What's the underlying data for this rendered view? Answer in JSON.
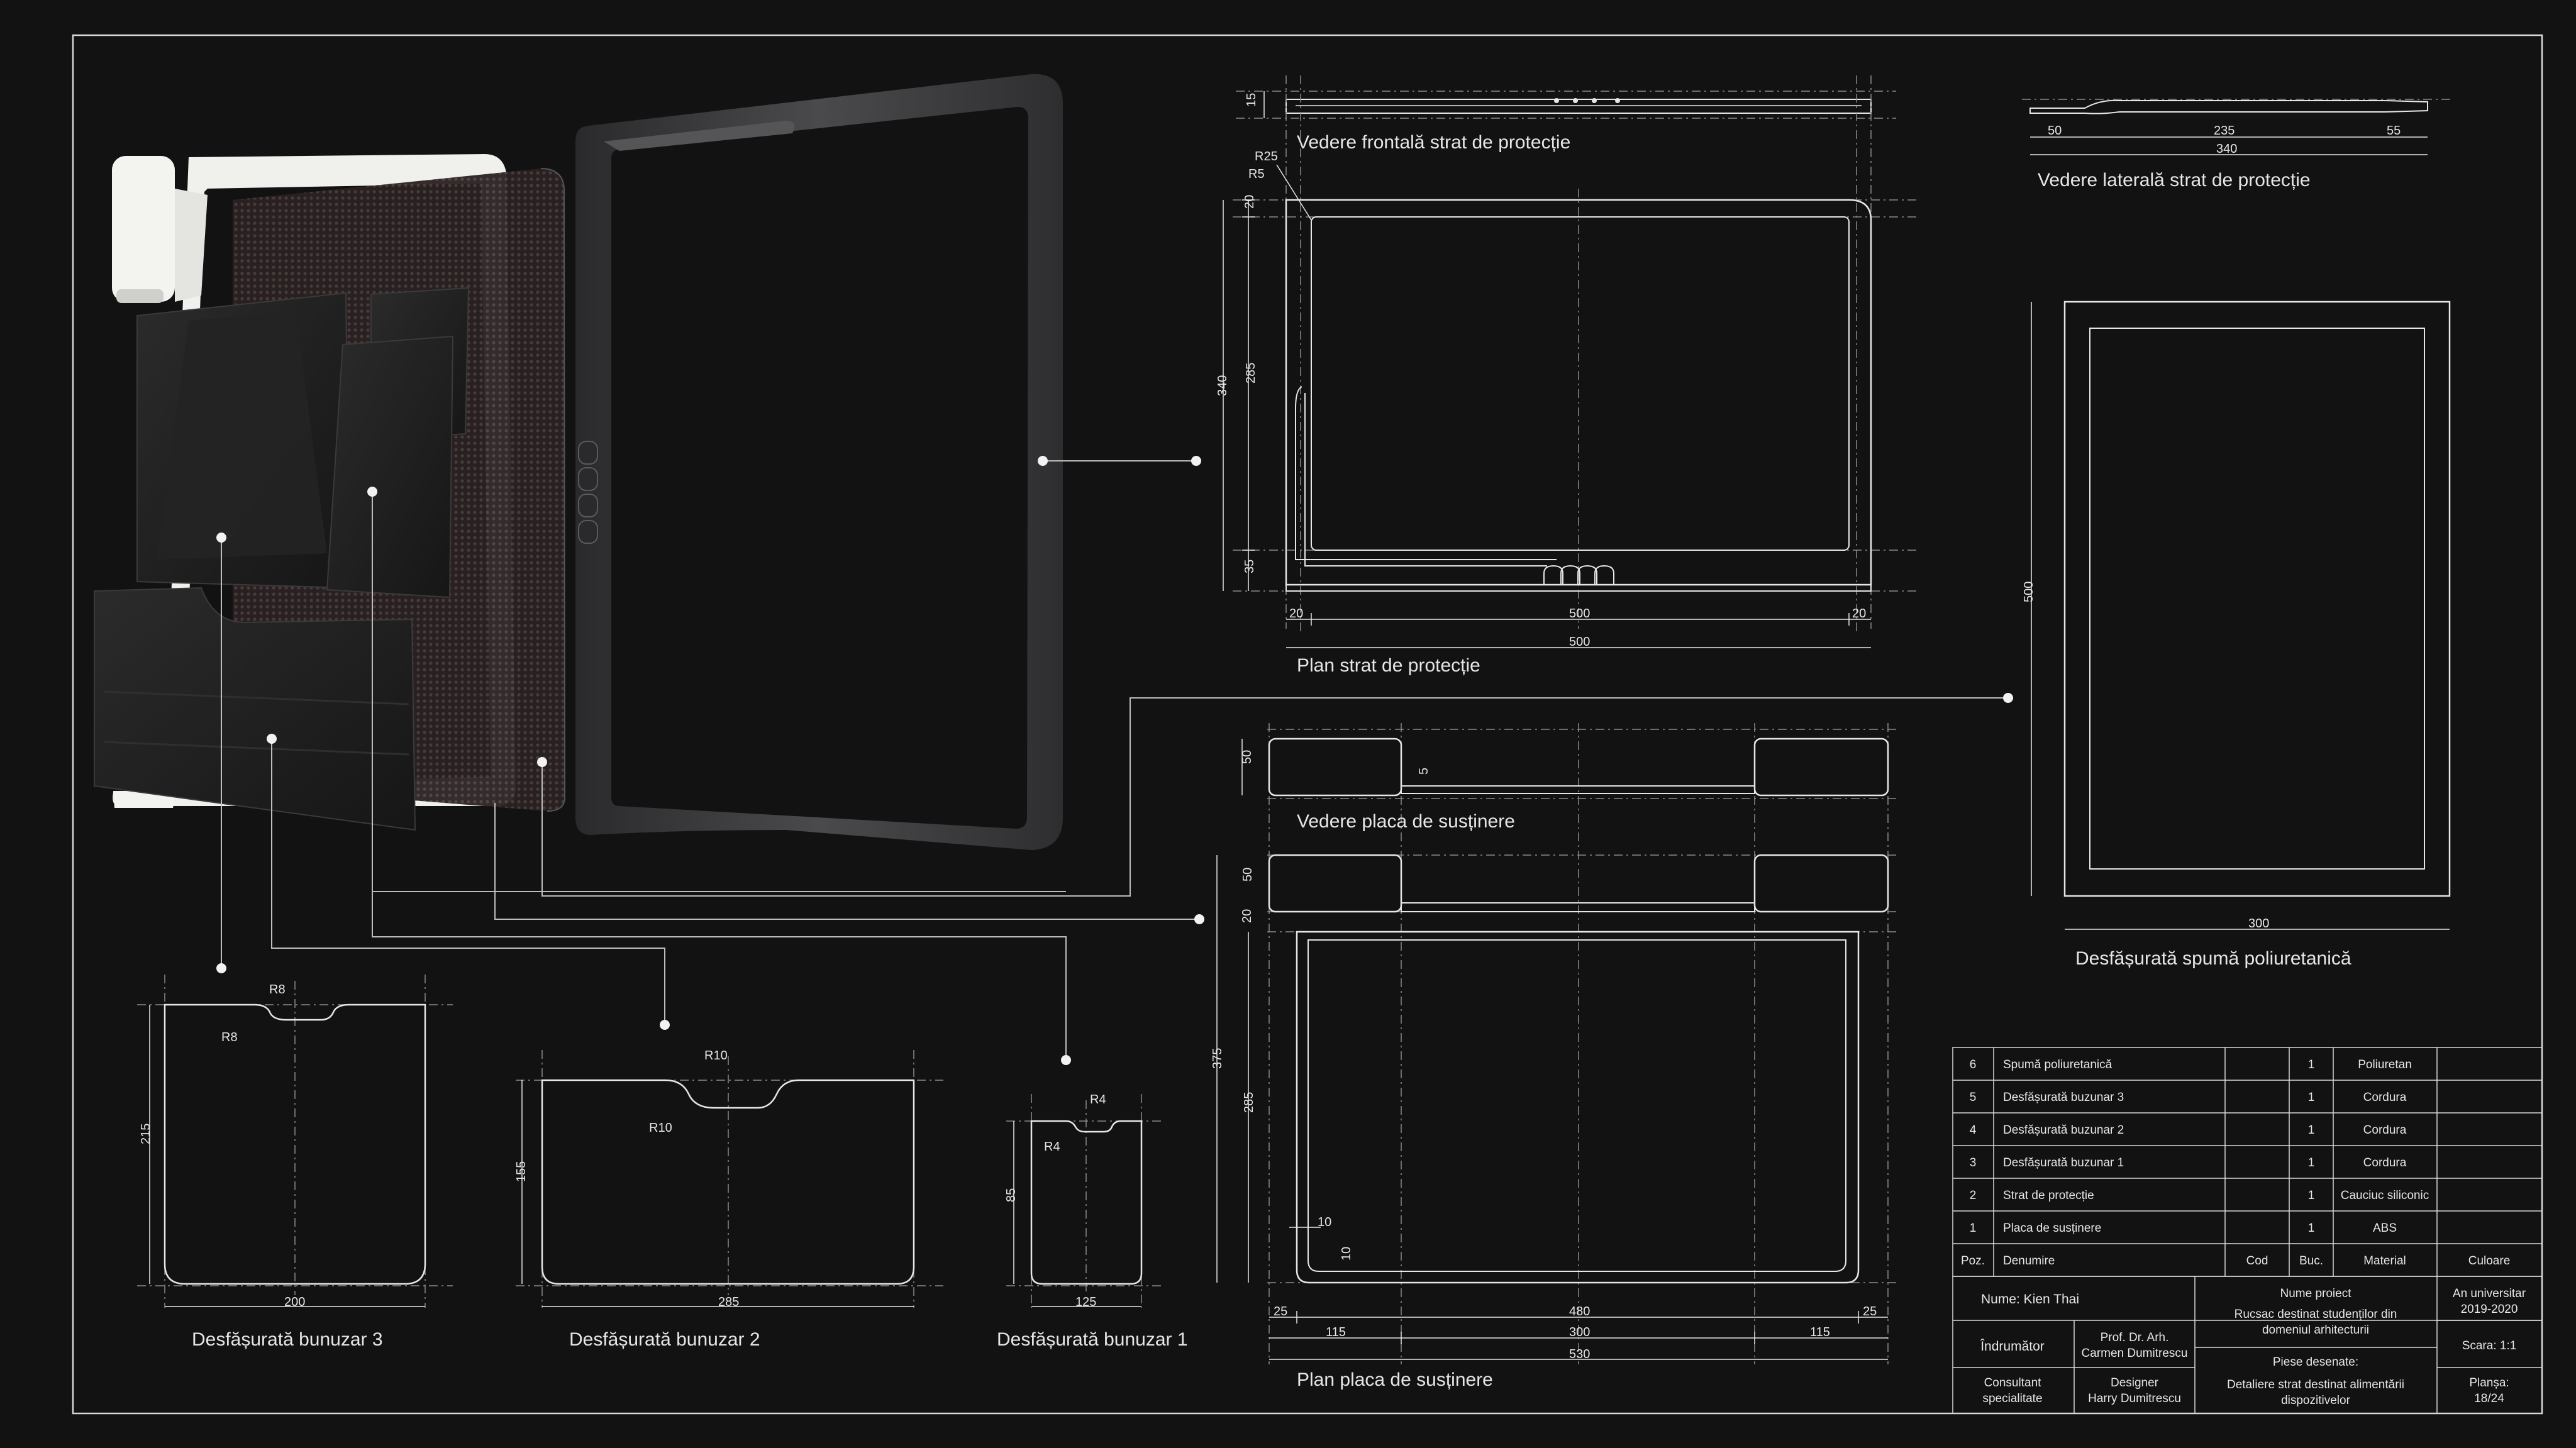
{
  "labels": {
    "front_view": "Vedere frontală strat de protecție",
    "side_view": "Vedere laterală strat de protecție",
    "plan_protection": "Plan strat de protecție",
    "foam": "Desfășurată spumă poliuretanică",
    "support_view": "Vedere placa de susținere",
    "support_plan": "Plan placa de susținere",
    "pocket3": "Desfășurată bunuzar 3",
    "pocket2": "Desfășurată bunuzar 2",
    "pocket1": "Desfășurată bunuzar 1"
  },
  "dims": {
    "front_h": "15",
    "r25": "R25",
    "r5": "R5",
    "p_20a": "20",
    "p_340": "340",
    "p_285": "285",
    "p_35": "35",
    "p_b20l": "20",
    "p_b500": "500",
    "p_b20r": "20",
    "p_b500b": "500",
    "s_50": "50",
    "s_235": "235",
    "s_55": "55",
    "s_340": "340",
    "f_500": "500",
    "f_300": "300",
    "v_50": "50",
    "v_5": "5",
    "pl_50": "50",
    "pl_20": "20",
    "pl_375": "375",
    "pl_285": "285",
    "pl_10a": "10",
    "pl_10b": "10",
    "pl_25l": "25",
    "pl_480": "480",
    "pl_25r": "25",
    "pl_115l": "115",
    "pl_300": "300",
    "pl_115r": "115",
    "pl_530": "530",
    "b3_r8a": "R8",
    "b3_r8b": "R8",
    "b3_215": "215",
    "b3_200": "200",
    "b2_r10a": "R10",
    "b2_r10b": "R10",
    "b2_155": "155",
    "b2_285": "285",
    "b1_r4a": "R4",
    "b1_r4b": "R4",
    "b1_85": "85",
    "b1_125": "125"
  },
  "parts_table": {
    "rows": [
      {
        "poz": "6",
        "name": "Spumă poliuretanică",
        "cod": "",
        "buc": "1",
        "material": "Poliuretan",
        "color": ""
      },
      {
        "poz": "5",
        "name": "Desfășurată buzunar 3",
        "cod": "",
        "buc": "1",
        "material": "Cordura",
        "color": ""
      },
      {
        "poz": "4",
        "name": "Desfășurată buzunar 2",
        "cod": "",
        "buc": "1",
        "material": "Cordura",
        "color": ""
      },
      {
        "poz": "3",
        "name": "Desfășurată buzunar 1",
        "cod": "",
        "buc": "1",
        "material": "Cordura",
        "color": ""
      },
      {
        "poz": "2",
        "name": "Strat de protecție",
        "cod": "",
        "buc": "1",
        "material": "Cauciuc siliconic",
        "color": ""
      },
      {
        "poz": "1",
        "name": "Placa de susținere",
        "cod": "",
        "buc": "1",
        "material": "ABS",
        "color": ""
      }
    ],
    "headers": {
      "poz": "Poz.",
      "name": "Denumire",
      "cod": "Cod",
      "buc": "Buc.",
      "material": "Material",
      "color": "Culoare"
    }
  },
  "title_block": {
    "name": "Nume: Kien Thai",
    "project_label": "Nume proiect",
    "project_line1": "Rucsac destinat studenților din",
    "project_line2": "domeniul arhitecturii",
    "year_label": "An universitar",
    "year": "2019-2020",
    "tutor_label": "Îndrumător",
    "tutor_line1": "Prof. Dr. Arh.",
    "tutor_line2": "Carmen Dumitrescu",
    "scale": "Scara: 1:1",
    "drawn_label": "Piese desenate:",
    "drawn_line1": "Detaliere strat destinat alimentării",
    "drawn_line2": "dispozitivelor",
    "consult_line1": "Consultant",
    "consult_line2": "specialitate",
    "designer_line1": "Designer",
    "designer_line2": "Harry Dumitrescu",
    "sheet_label": "Planșa:",
    "sheet": "18/24"
  },
  "colors": {
    "background": "#121212",
    "line": "#e6e6e6",
    "dashed": "#8a8a8a",
    "pocket_fabric": "#1c1c1c",
    "mesh": "#3a2f2f",
    "white_frame": "#f2f2ef",
    "dark_frame": "#3a3a3c"
  }
}
